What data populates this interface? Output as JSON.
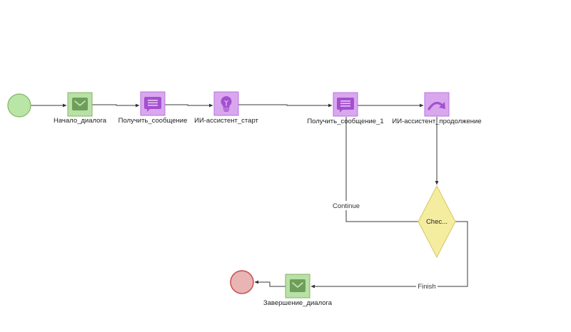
{
  "diagram": {
    "nodes": {
      "start": {
        "type": "start-event"
      },
      "start_dialog": {
        "label": "Начало_диалога",
        "icon": "envelope-icon",
        "kind": "message"
      },
      "get_message": {
        "label": "Получить_сообщение",
        "icon": "chat-bubble-icon",
        "kind": "receive"
      },
      "ai_start": {
        "label": "ИИ-ассистент_старт",
        "icon": "lightbulb-icon",
        "kind": "ai"
      },
      "get_message_1": {
        "label": "Получить_сообщение_1",
        "icon": "chat-bubble-icon",
        "kind": "receive"
      },
      "ai_continue": {
        "label": "ИИ-ассистент_продолжение",
        "icon": "redo-arrow-icon",
        "kind": "ai"
      },
      "check": {
        "label": "Chec...",
        "type": "gateway"
      },
      "end_dialog": {
        "label": "Завершение_диалога",
        "icon": "envelope-icon",
        "kind": "message"
      },
      "end": {
        "type": "end-event"
      }
    },
    "edges": {
      "continue_label": "Continue",
      "finish_label": "Finish"
    },
    "colors": {
      "green_fill": "#b9e0a5",
      "green_stroke": "#82b366",
      "green_icon": "#6d9f5a",
      "purple_fill": "#d9a7ee",
      "purple_stroke": "#b574dc",
      "purple_icon": "#a44fd0",
      "gateway_fill": "#f4eda0",
      "gateway_stroke": "#d6c65e",
      "end_fill": "#e8b4b4",
      "end_stroke": "#c9504c",
      "edge": "#333333"
    }
  }
}
